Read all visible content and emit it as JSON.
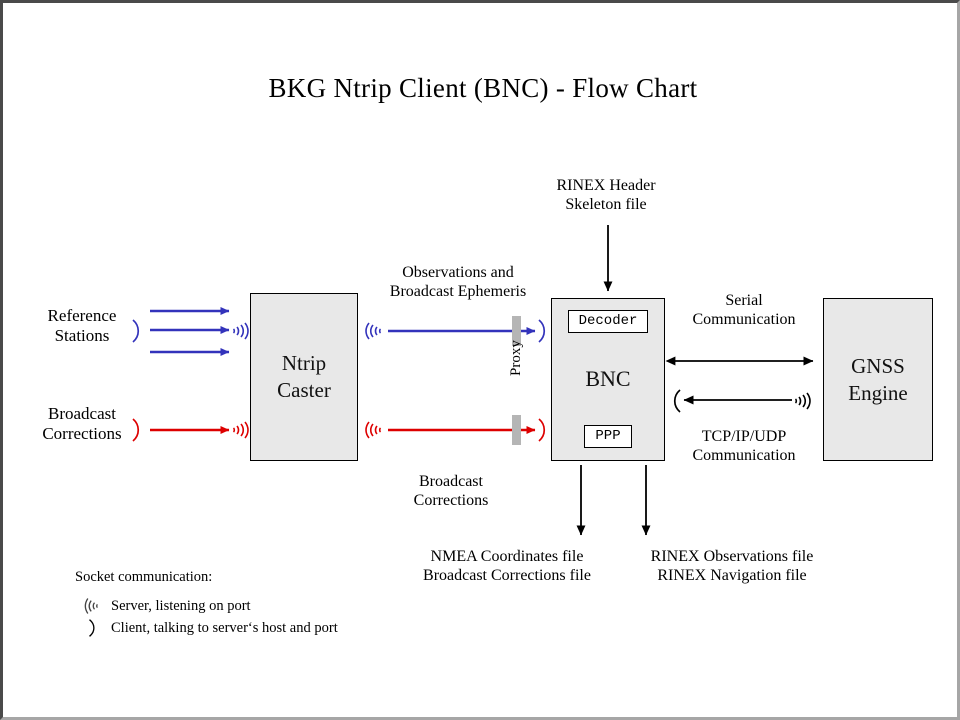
{
  "title": "BKG Ntrip Client (BNC)  -  Flow Chart",
  "colors": {
    "blue": "#3333bb",
    "red": "#dd0000",
    "box_fill": "#e8e8e8",
    "proxy_gray": "#b5b5b5",
    "border": "#000000"
  },
  "nodes": {
    "ntrip_caster": {
      "line1": "Ntrip",
      "line2": "Caster"
    },
    "bnc": {
      "label": "BNC",
      "decoder": "Decoder",
      "ppp": "PPP"
    },
    "gnss_engine": {
      "line1": "GNSS",
      "line2": "Engine"
    }
  },
  "labels": {
    "reference_stations": {
      "line1": "Reference",
      "line2": "Stations"
    },
    "broadcast_corrections_src": {
      "line1": "Broadcast",
      "line2": "Corrections"
    },
    "observations_ephemeris": {
      "line1": "Observations and",
      "line2": "Broadcast Ephemeris"
    },
    "broadcast_corrections_mid": {
      "line1": "Broadcast",
      "line2": "Corrections"
    },
    "rinex_skeleton": {
      "line1": "RINEX Header",
      "line2": "Skeleton file"
    },
    "serial_communication": {
      "line1": "Serial",
      "line2": "Communication"
    },
    "tcp_communication": {
      "line1": "TCP/IP/UDP",
      "line2": "Communication"
    },
    "outputs_left": {
      "line1": "NMEA Coordinates file",
      "line2": "Broadcast Corrections file"
    },
    "outputs_right": {
      "line1": "RINEX Observations file",
      "line2": "RINEX Navigation file"
    },
    "proxy": "Proxy"
  },
  "legend": {
    "title": "Socket communication:",
    "items": [
      {
        "glyph": "server-socket-icon",
        "text": "Server, listening  on port"
      },
      {
        "glyph": "client-socket-icon",
        "text": "Client, talking to server‘s host and port"
      }
    ]
  },
  "flows": {
    "reference_to_caster": {
      "color": "#3333bb",
      "count": 3,
      "endpoint_client": ")",
      "endpoint_server": ")))"
    },
    "corrections_to_caster": {
      "color": "#dd0000",
      "count": 1,
      "endpoint_client": ")",
      "endpoint_server": ")))"
    },
    "caster_to_bnc_obs": {
      "color": "#3333bb",
      "via": "Proxy"
    },
    "caster_to_bnc_corr": {
      "color": "#dd0000",
      "via": "Proxy"
    },
    "bnc_gnss_serial": {
      "color": "#000000",
      "direction": "bidirectional"
    },
    "bnc_gnss_tcp": {
      "color": "#000000",
      "direction": "gnss-to-bnc"
    },
    "skeleton_to_bnc": {
      "color": "#000000",
      "direction": "down"
    },
    "bnc_to_files": {
      "color": "#000000",
      "direction": "down",
      "count": 2
    }
  }
}
